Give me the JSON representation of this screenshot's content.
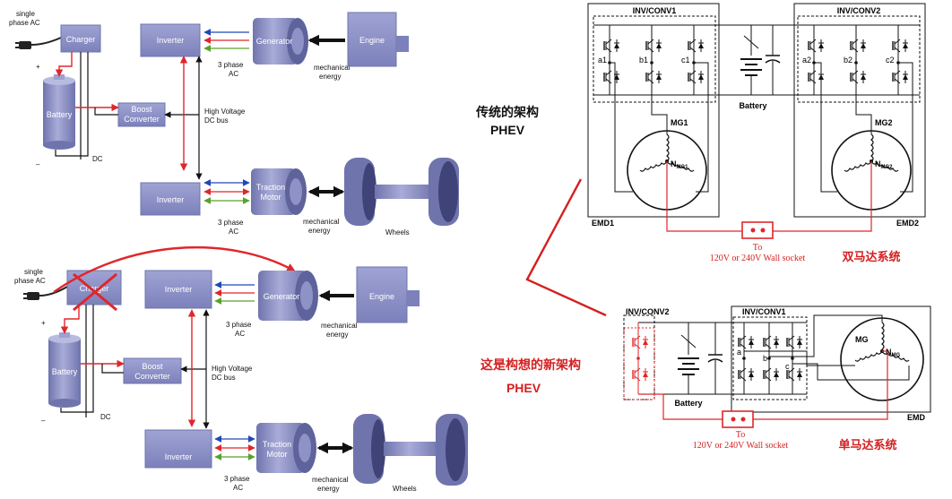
{
  "colors": {
    "box": "#8e92c7",
    "box_dark": "#6f74ad",
    "red": "#e0262a",
    "blue": "#2048b8",
    "green": "#5aa02c",
    "callout": "#d42020"
  },
  "top_diagram": {
    "single_phase_ac": [
      "single",
      "phase AC"
    ],
    "charger": "Charger",
    "battery": "Battery",
    "plus": "+",
    "minus": "–",
    "boost_converter": [
      "Boost",
      "Converter"
    ],
    "inverter_top": "Inverter",
    "inverter_bottom": "Inverter",
    "generator": "Generator",
    "engine": "Engine",
    "traction_motor": [
      "Traction",
      "Motor"
    ],
    "wheels": "Wheels",
    "three_phase_ac_top": [
      "3 phase",
      "AC"
    ],
    "three_phase_ac_bottom": [
      "3 phase",
      "AC"
    ],
    "mech_energy_top": [
      "mechanical",
      "energy"
    ],
    "mech_energy_bottom": [
      "mechanical",
      "energy"
    ],
    "hv_dc_bus": [
      "High Voltage",
      "DC bus"
    ],
    "dc": "DC"
  },
  "bottom_diagram": {
    "single_phase_ac": [
      "single",
      "phase AC"
    ],
    "charger": "Charger",
    "battery": "Battery",
    "plus": "+",
    "minus": "–",
    "boost_converter": [
      "Boost",
      "Converter"
    ],
    "inverter_top": "Inverter",
    "inverter_bottom": "Inverter",
    "generator": "Generator",
    "engine": "Engine",
    "traction_motor": [
      "Traction",
      "Motor"
    ],
    "wheels": "Wheels",
    "three_phase_ac_top": [
      "3 phase",
      "AC"
    ],
    "three_phase_ac_bottom": [
      "3 phase",
      "AC"
    ],
    "mech_energy_top": [
      "mechanical",
      "energy"
    ],
    "mech_energy_bottom": [
      "mechanical",
      "energy"
    ],
    "hv_dc_bus": [
      "High Voltage",
      "DC bus"
    ],
    "dc": "DC"
  },
  "captions": {
    "traditional_line1": "传统的架构",
    "traditional_line2": "PHEV",
    "new_line1": "这是构想的新架构",
    "new_line2": "PHEV"
  },
  "dual_motor": {
    "inv1": "INV/CONV1",
    "inv2": "INV/CONV2",
    "a1": "a1",
    "b1": "b1",
    "c1": "c1",
    "a2": "a2",
    "b2": "b2",
    "c2": "c2",
    "battery": "Battery",
    "mg1": "MG1",
    "mg2": "MG2",
    "n_mg1": "N",
    "n_mg1_sub": "MG1",
    "n_mg2": "N",
    "n_mg2_sub": "MG2",
    "emd1": "EMD1",
    "emd2": "EMD2",
    "to": "To",
    "socket": "120V or 240V Wall socket",
    "system_label": "双马达系统"
  },
  "single_motor": {
    "inv2": "INV/CONV2",
    "inv1": "INV/CONV1",
    "a": "a",
    "b": "b",
    "c": "c",
    "battery": "Battery",
    "mg": "MG",
    "n_mg": "N",
    "n_mg_sub": "MG",
    "emd": "EMD",
    "to": "To",
    "socket": "120V or 240V Wall socket",
    "system_label": "单马达系统"
  }
}
